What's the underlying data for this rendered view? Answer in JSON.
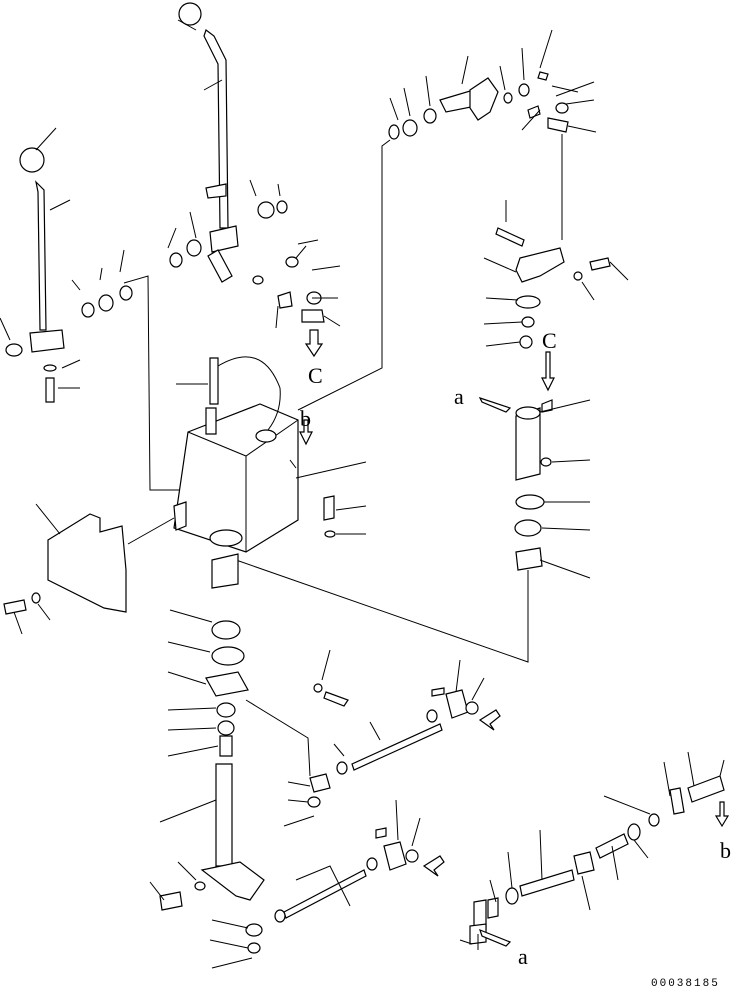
{
  "callouts": {
    "c_top": "C",
    "c_mid": "C",
    "b_mid": "b",
    "a_mid": "a",
    "b_right": "b",
    "a_bottom": "a"
  },
  "drawing_code": "00038185",
  "colors": {
    "ink": "#000000",
    "paper": "#ffffff"
  }
}
